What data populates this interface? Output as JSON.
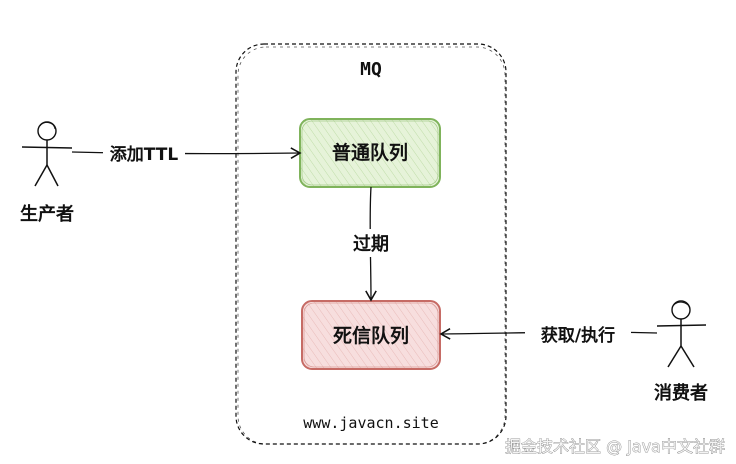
{
  "container": {
    "title": "MQ",
    "site": "www.javacn.site"
  },
  "nodes": {
    "normal_queue": "普通队列",
    "dead_letter_queue": "死信队列"
  },
  "actors": {
    "producer": "生产者",
    "consumer": "消费者"
  },
  "edges": {
    "add_ttl": "添加TTL",
    "expire": "过期",
    "fetch_execute": "获取/执行"
  },
  "watermark": "掘金技术社区 @ Java中文社群",
  "colors": {
    "normal_fill": "#e6f3d9",
    "normal_stroke": "#7fb35b",
    "dead_fill": "#f7dede",
    "dead_stroke": "#c66b65",
    "ink": "#111111"
  }
}
